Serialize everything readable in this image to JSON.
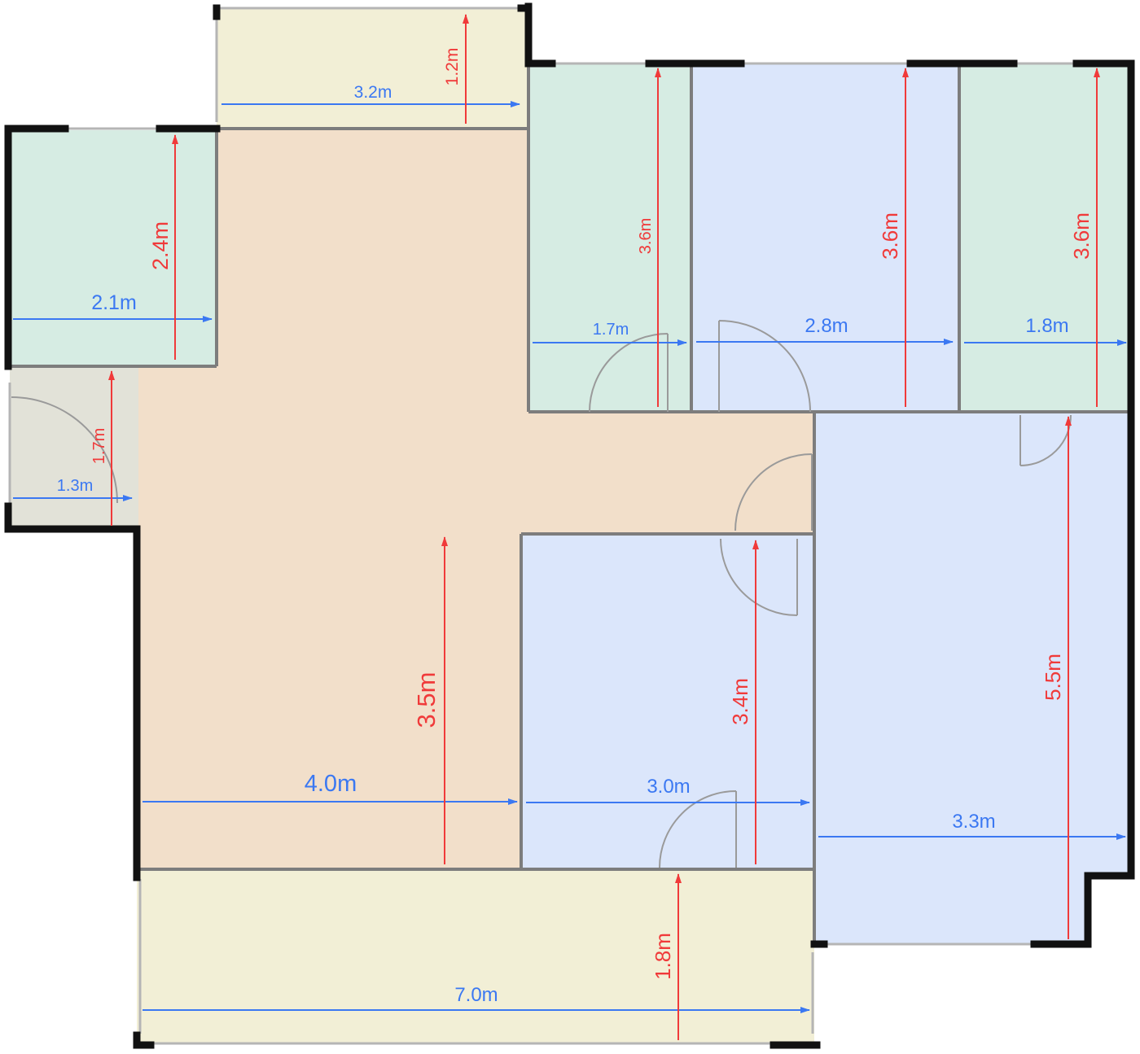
{
  "colors": {
    "wall": "#111111",
    "inner_wall": "#7d7d7d",
    "balcony": "#f2efd6",
    "living": "#f2dfca",
    "green_room": "#d6ece3",
    "blue_room": "#dbe6fb",
    "entry": "#e2e2d8",
    "width_arrow": "#3b78f2",
    "depth_arrow": "#f03a3a",
    "door": "#9a9a9a"
  },
  "rooms": [
    {
      "id": "top-balcony",
      "fill": "balcony"
    },
    {
      "id": "left-small-room",
      "fill": "green_room"
    },
    {
      "id": "entry",
      "fill": "entry"
    },
    {
      "id": "living-dining",
      "fill": "living"
    },
    {
      "id": "top-room-1",
      "fill": "green_room"
    },
    {
      "id": "top-room-2",
      "fill": "blue_room"
    },
    {
      "id": "top-room-3",
      "fill": "green_room"
    },
    {
      "id": "right-bedroom",
      "fill": "blue_room"
    },
    {
      "id": "center-bedroom",
      "fill": "blue_room"
    },
    {
      "id": "bottom-balcony",
      "fill": "balcony"
    }
  ],
  "dimensions": {
    "top_balcony_width": "3.2m",
    "top_balcony_depth": "1.2m",
    "left_room_width": "2.1m",
    "left_room_depth": "2.4m",
    "entry_width": "1.3m",
    "entry_depth": "1.7m",
    "top_room_1_width": "1.7m",
    "top_room_1_depth": "3.6m",
    "top_room_2_width": "2.8m",
    "top_room_2_depth": "3.6m",
    "top_room_3_width": "1.8m",
    "top_room_3_depth": "3.6m",
    "living_width": "4.0m",
    "living_depth": "3.5m",
    "center_bedroom_width": "3.0m",
    "center_bedroom_depth": "3.4m",
    "right_bedroom_width": "3.3m",
    "right_bedroom_depth": "5.5m",
    "bottom_balcony_width": "7.0m",
    "bottom_balcony_depth": "1.8m"
  }
}
